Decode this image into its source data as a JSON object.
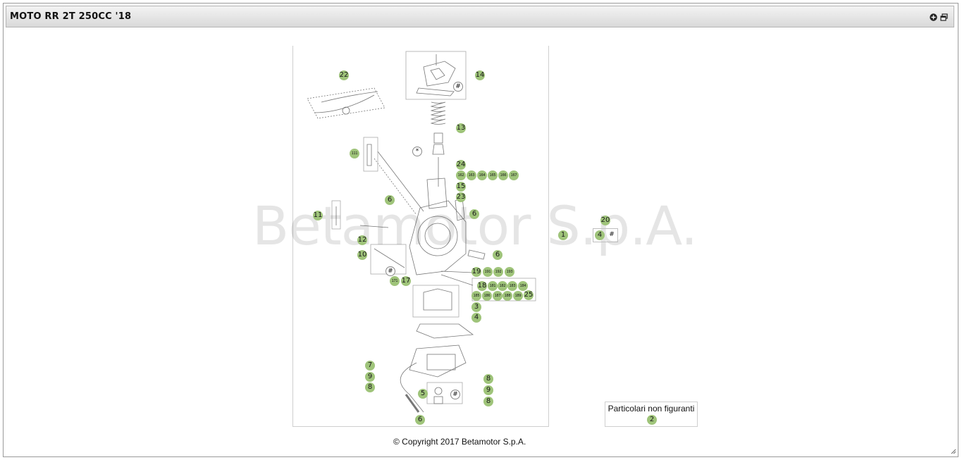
{
  "window": {
    "title": "MOTO RR 2T 250CC '18",
    "icons": [
      "plus-circle-icon",
      "popout-icon"
    ]
  },
  "watermark": "Betamotor S.p.A.",
  "callouts": {
    "c22": "22",
    "c14": "14",
    "c13": "13",
    "c111": "111",
    "c24": "24",
    "c162": "162",
    "c163": "163",
    "c164": "164",
    "c165": "165",
    "c166": "166",
    "c167": "167",
    "c15": "15",
    "c23": "23",
    "c6a": "6",
    "c6b": "6",
    "c11": "11",
    "c12": "12",
    "c1": "1",
    "c6c": "6",
    "c10": "10",
    "c19": "19",
    "c191": "191",
    "c192": "192",
    "c193": "193",
    "c171": "171",
    "c17": "17",
    "c18": "18",
    "c181": "181",
    "c182": "182",
    "c183": "183",
    "c184": "184",
    "c185": "185",
    "c186": "186",
    "c187": "187",
    "c188": "188",
    "c189": "189",
    "c25": "25",
    "c3": "3",
    "c4": "4",
    "c7": "7",
    "c8a": "8",
    "c9a": "9",
    "c8b": "8",
    "c5": "5",
    "c9b": "9",
    "c8c": "8",
    "c6d": "6",
    "c20": "20",
    "c4b": "4"
  },
  "hash_marks": {
    "h14": "#",
    "hstar": "*",
    "h10": "#",
    "h5": "#",
    "h20": "#"
  },
  "non_figuring": {
    "label": "Particolari non figuranti",
    "callout": "2"
  },
  "copyright": "© Copyright 2017 Betamotor S.p.A."
}
